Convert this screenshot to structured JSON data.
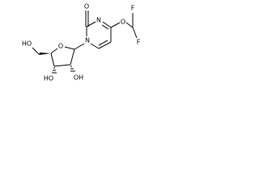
{
  "molecule": {
    "atoms": {
      "o_carbonyl": "O",
      "n1": "N",
      "n3": "N",
      "o_ether": "O",
      "f_top": "F",
      "f_bottom": "F",
      "o_ring": "O",
      "ho_5prime": "HO",
      "ho_3prime": "HO",
      "oh_2prime": "OH"
    }
  }
}
